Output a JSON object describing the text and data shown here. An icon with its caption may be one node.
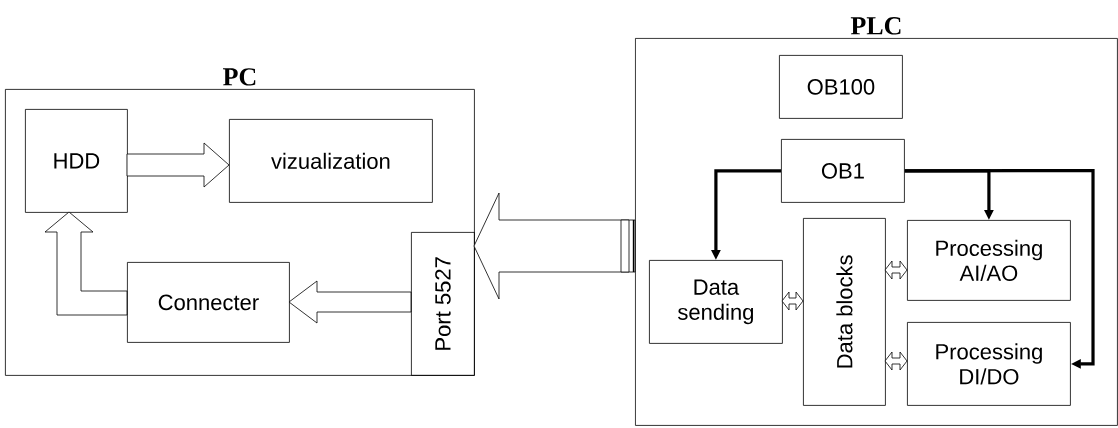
{
  "diagram": {
    "nodes": [
      {
        "text": [
          "PC"
        ]
      },
      {
        "text": [
          "HDD"
        ],
        "in": 0
      },
      {
        "text": [
          "vizualization"
        ],
        "in": 0
      },
      {
        "text": [
          "Connecter"
        ],
        "in": 0
      },
      {
        "text": [
          "Port 5527"
        ],
        "in": 0
      },
      {
        "text": [
          "PLC"
        ]
      },
      {
        "text": [
          "OB100"
        ],
        "in": 5
      },
      {
        "text": [
          "OB1"
        ],
        "in": 5
      },
      {
        "text": [
          "Data sending"
        ],
        "in": 5
      },
      {
        "text": [
          "Data blocks"
        ],
        "in": 5
      },
      {
        "text": [
          "Processing AI/AO"
        ],
        "in": 5
      },
      {
        "text": [
          "Processing DI/DO"
        ],
        "in": 5
      }
    ],
    "edges": [
      {
        "from": 1,
        "to": 2,
        "arrow": "to"
      },
      {
        "from": 3,
        "to": 1,
        "arrow": "to"
      },
      {
        "from": 4,
        "to": 3,
        "arrow": "to"
      },
      {
        "from": 5,
        "to": 4,
        "arrow": "to"
      },
      {
        "from": 7,
        "to": 8,
        "arrow": "to"
      },
      {
        "from": 7,
        "to": 10,
        "arrow": "to"
      },
      {
        "from": 7,
        "to": 11,
        "arrow": "to"
      },
      {
        "from": 8,
        "to": 9,
        "arrow": "both"
      },
      {
        "from": 9,
        "to": 10,
        "arrow": "both"
      },
      {
        "from": 9,
        "to": 11,
        "arrow": "both"
      }
    ]
  }
}
